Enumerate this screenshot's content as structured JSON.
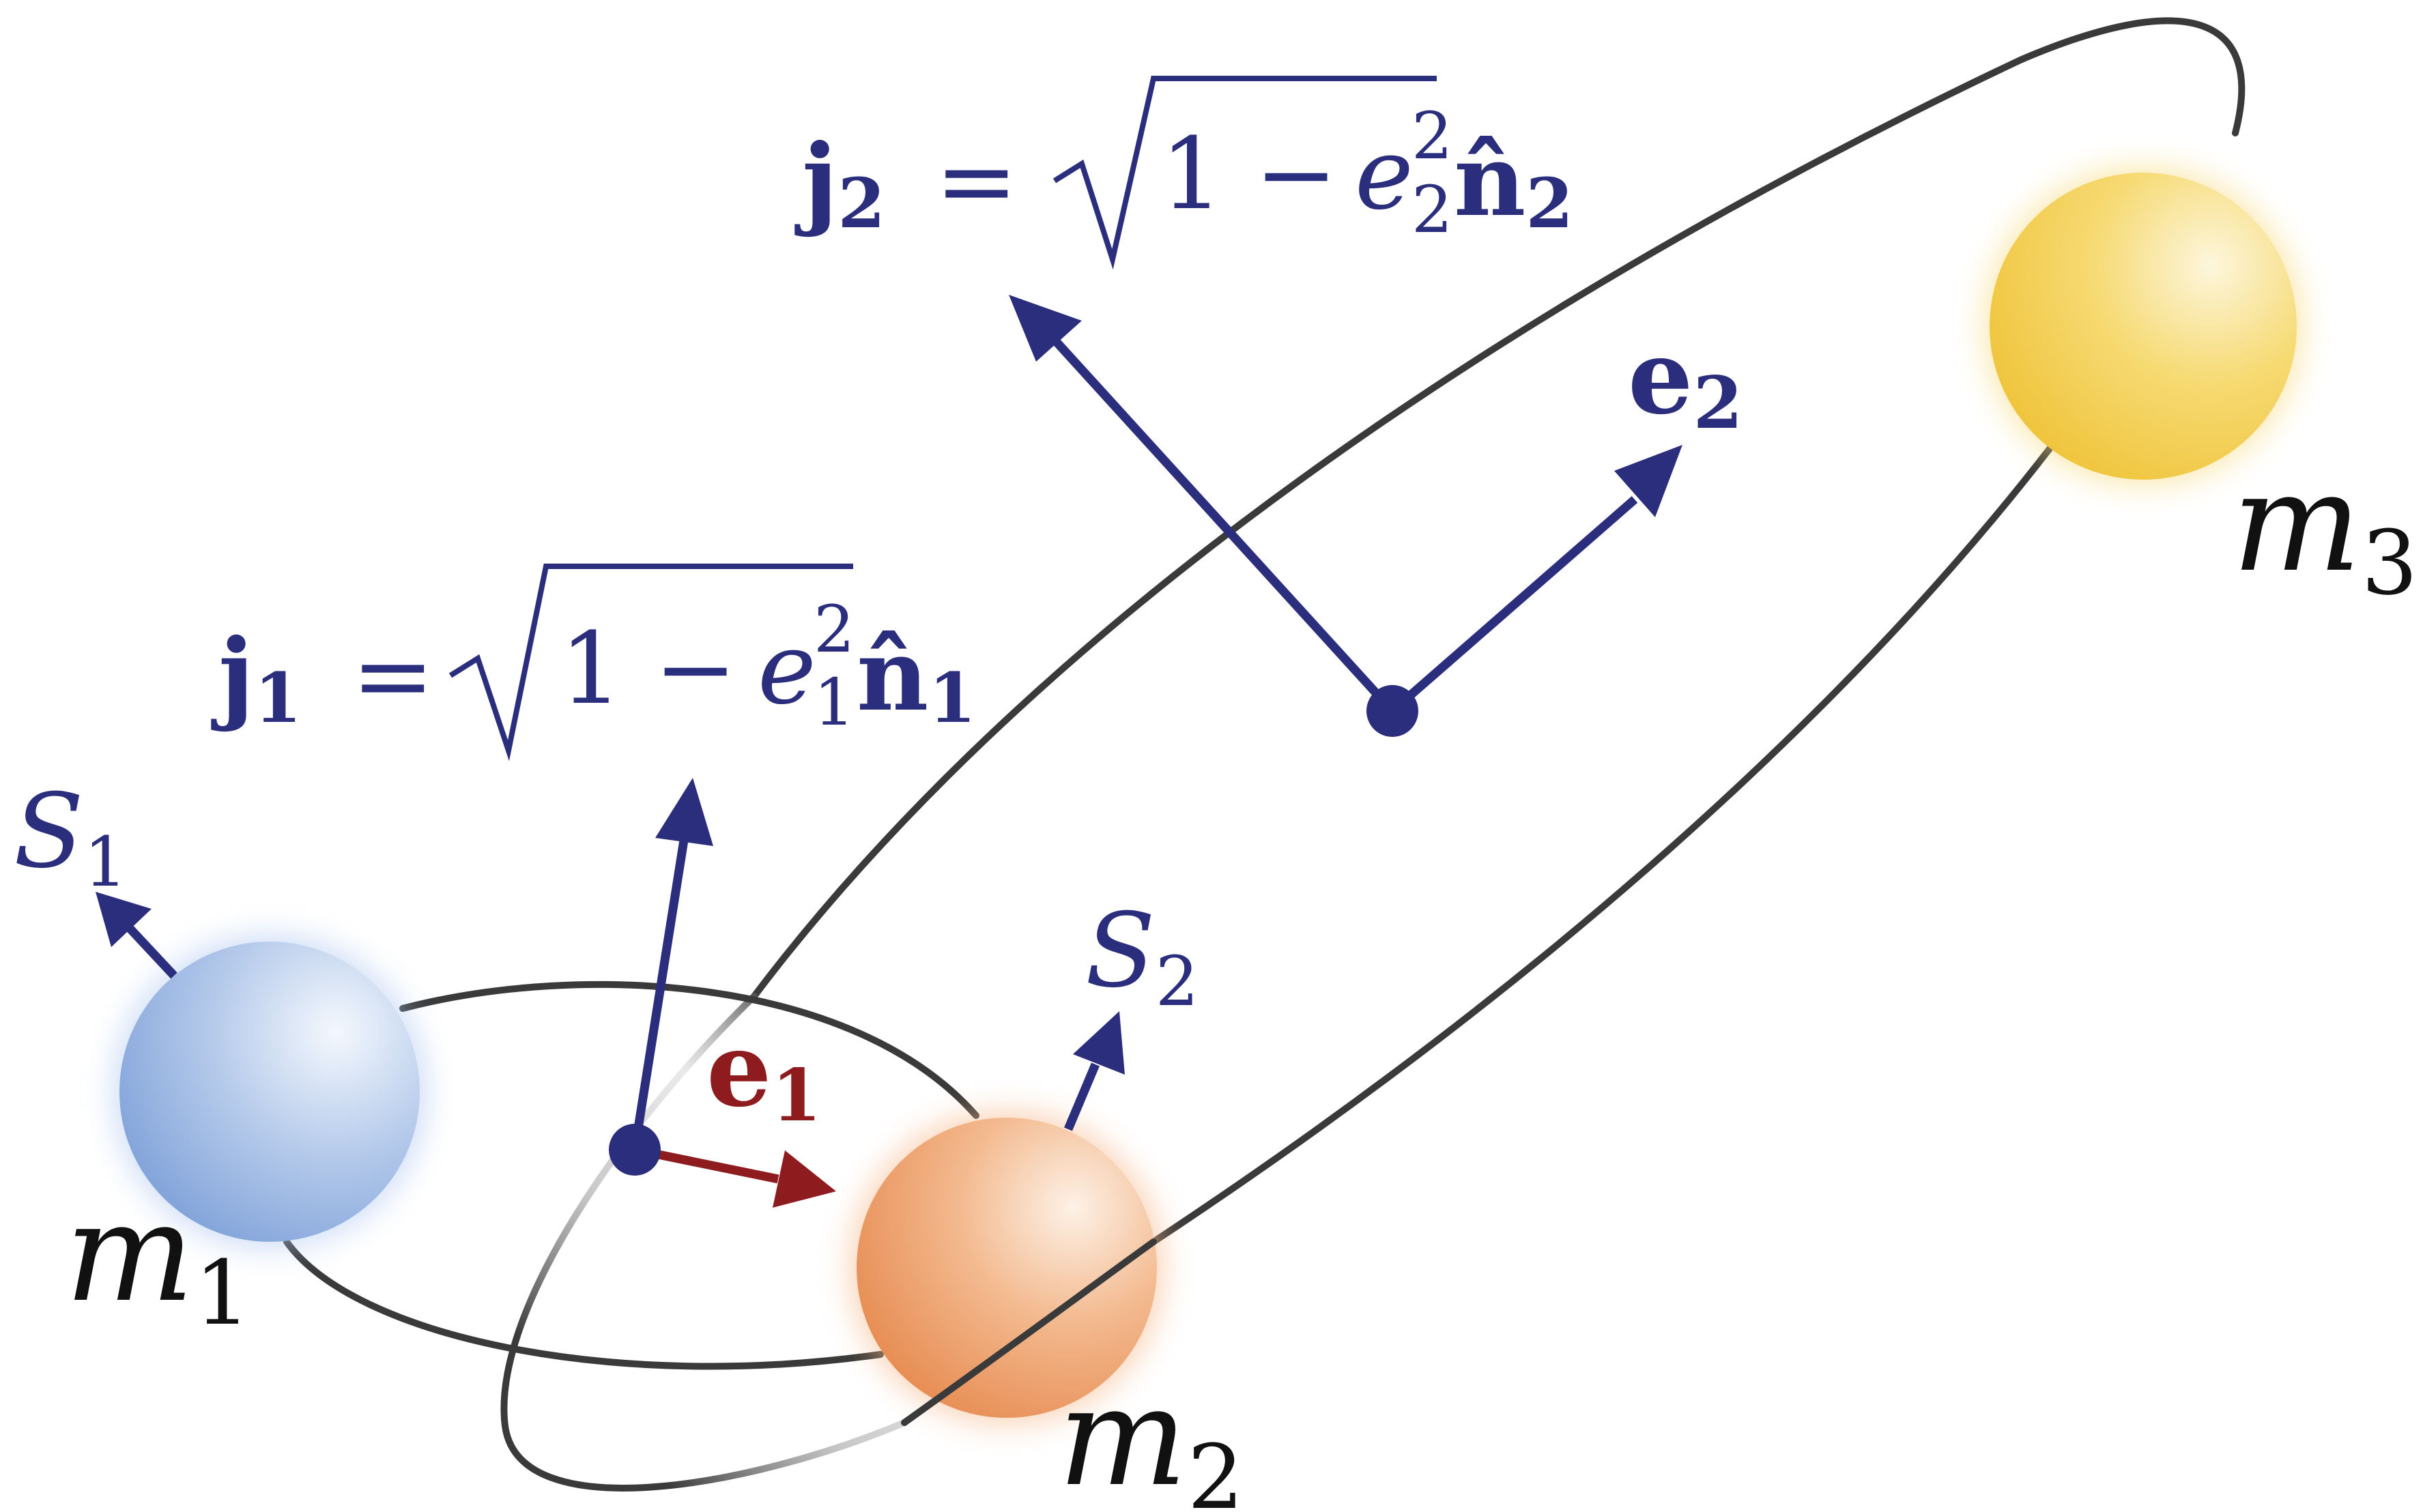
{
  "colors": {
    "vector_blue": "#2b2e7d",
    "vector_red": "#8e1b1e",
    "orbit": "#3a3a3a",
    "mass1": "#8fb0df",
    "mass2": "#ef9e68",
    "mass3": "#f2cc3b"
  },
  "masses": {
    "m1": {
      "symbol": "m",
      "subscript": "1"
    },
    "m2": {
      "symbol": "m",
      "subscript": "2"
    },
    "m3": {
      "symbol": "m",
      "subscript": "3"
    }
  },
  "spins": {
    "s1": {
      "symbol": "S",
      "subscript": "1"
    },
    "s2": {
      "symbol": "S",
      "subscript": "2"
    }
  },
  "vectors": {
    "e1": {
      "symbol": "e",
      "subscript": "1"
    },
    "e2": {
      "symbol": "e",
      "subscript": "2"
    }
  },
  "equations": {
    "j1": {
      "lhs": "j",
      "lhs_sub": "1",
      "equals": "=",
      "one_minus": "1 −",
      "e": "e",
      "e_sup": "2",
      "e_sub": "1",
      "n": "n̂",
      "n_sub": "1"
    },
    "j2": {
      "lhs": "j",
      "lhs_sub": "2",
      "equals": "=",
      "one_minus": "1 −",
      "e": "e",
      "e_sup": "2",
      "e_sub": "2",
      "n": "n̂",
      "n_sub": "2"
    }
  }
}
